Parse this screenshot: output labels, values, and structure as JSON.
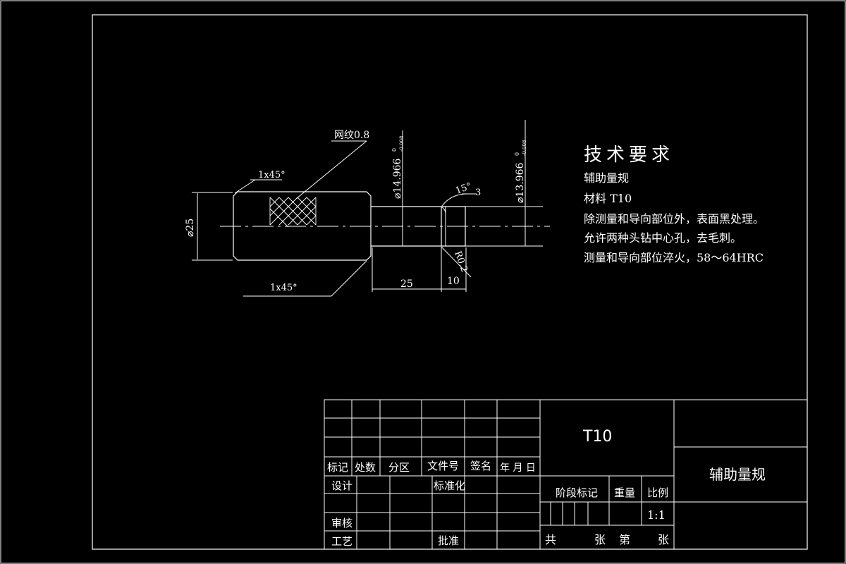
{
  "drawing": {
    "dims": {
      "knurl_note": "网纹0.8",
      "chamfer_top": "1x45°",
      "chamfer_bottom": "1x45°",
      "dia_25": "⌀25",
      "dia_14": "⌀14.966",
      "dia_14_tol_upper": "0",
      "dia_14_tol_lower": "-0.008",
      "dia_13": "⌀13.966",
      "dia_13_tol_upper": "0",
      "dia_13_tol_lower": "-0.008",
      "angle": "15°",
      "len_3": "3",
      "radius": "R0.2",
      "len_25": "25",
      "len_10": "10"
    },
    "tech_requirements": {
      "heading": "技术要求",
      "lines": [
        "辅助量规",
        "材料  T10",
        "除测量和导向部位外，表面黑处理。",
        "允许两种头钻中心孔，去毛刺。",
        "测量和导向部位淬火，58～64HRC"
      ]
    },
    "title_block": {
      "material": "T10",
      "part_name": "辅助量规",
      "rev_headers": [
        "标记",
        "处数",
        "分区",
        "文件号",
        "签名",
        "年 月 日"
      ],
      "design": "设计",
      "standardization": "标准化",
      "review": "审核",
      "process": "工艺",
      "approve": "批准",
      "stage_mark": "阶段标记",
      "weight": "重量",
      "scale_label": "比例",
      "scale_value": "1:1",
      "sheets_total": "共",
      "sheet_word": "张",
      "sheet_no": "第",
      "sheet_word2": "张"
    }
  }
}
